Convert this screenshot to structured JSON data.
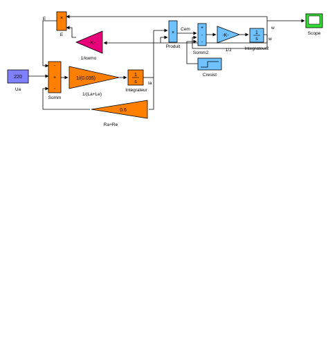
{
  "blocks": {
    "ua": {
      "value": "220",
      "label": "Ua"
    },
    "somm": {
      "signs": [
        "+",
        "-"
      ],
      "label": "Somm"
    },
    "inductance_gain": {
      "gain": "1/(0.035)",
      "label": "1/(La+Le)"
    },
    "integrateur": {
      "label": "Integrateur",
      "output_label": "Ia"
    },
    "resistance_gain": {
      "gain": "0.6",
      "label": "Ra+Re"
    },
    "e_block": {
      "top_label": "E",
      "label": "E"
    },
    "flux_gain": {
      "gain": "-K-",
      "label": "1/kwmo"
    },
    "produit": {
      "label": "Produit",
      "output_label": "Cem"
    },
    "somm2": {
      "signs": [
        "+",
        "-",
        "-"
      ],
      "label": "Somm2"
    },
    "inertia_gain": {
      "gain": "-K-",
      "label": "1/J"
    },
    "integrateur2": {
      "label": "Integrateur2",
      "output_label": "w"
    },
    "cresist": {
      "label": "Cresist"
    },
    "scope": {
      "label": "Scope"
    },
    "integrator_symbol": {
      "numerator": "1",
      "denominator": "s"
    }
  },
  "colors": {
    "orange": "#ff8000",
    "blue": "#6fc2ff",
    "magenta": "#e8007a",
    "violet": "#8080ff",
    "green": "#33dd33",
    "wire": "#000000"
  }
}
